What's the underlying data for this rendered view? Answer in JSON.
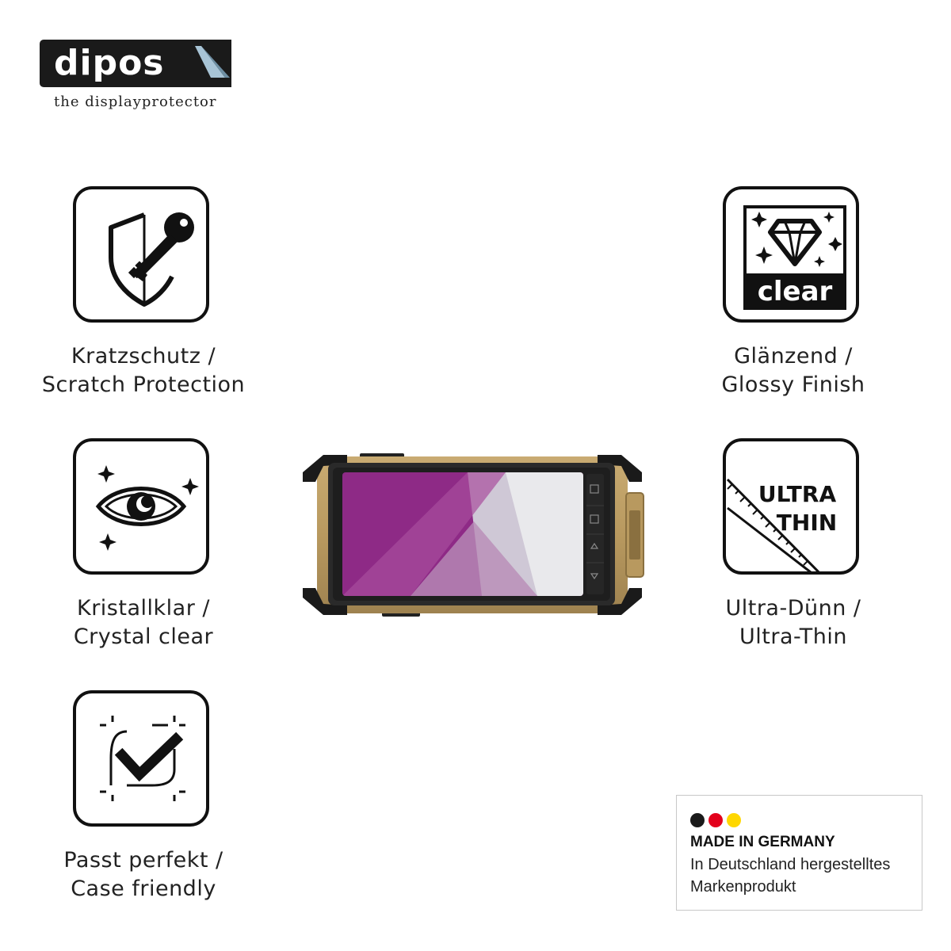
{
  "brand": {
    "logo_text": "dipos",
    "tagline": "the displayprotector"
  },
  "features": [
    {
      "id": "scratch",
      "icon": "shield-key-icon",
      "label_de": "Kratzschutz /",
      "label_en": "Scratch Protection"
    },
    {
      "id": "glossy",
      "icon": "diamond-clear-icon",
      "icon_text": "clear",
      "label_de": "Glänzend /",
      "label_en": "Glossy Finish"
    },
    {
      "id": "crystal",
      "icon": "eye-sparkle-icon",
      "label_de": "Kristallklar /",
      "label_en": "Crystal clear"
    },
    {
      "id": "thin",
      "icon": "ruler-ultra-thin-icon",
      "icon_text_1": "ULTRA",
      "icon_text_2": "THIN",
      "label_de": "Ultra-Dünn /",
      "label_en": "Ultra-Thin"
    },
    {
      "id": "case",
      "icon": "checkmark-frame-icon",
      "label_de": "Passt perfekt /",
      "label_en": "Case friendly"
    }
  ],
  "made_in": {
    "title": "MADE IN GERMANY",
    "line1": "In Deutschland hergestelltes",
    "line2": "Markenprodukt",
    "flag_colors": [
      "#1a1a1a",
      "#e3001b",
      "#ffd700"
    ]
  },
  "device": {
    "icon": "rugged-tablet-icon",
    "body_color": "#b8995f",
    "screen_color": "#8e2a86"
  }
}
